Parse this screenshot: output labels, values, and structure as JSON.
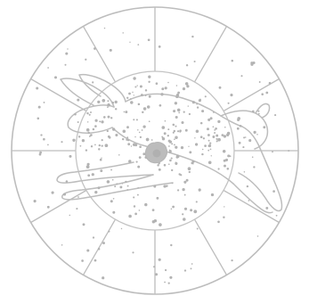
{
  "diagram": {
    "kind": "circular star chart with hare constellation",
    "sector_count": 12,
    "rings": [
      "outer-rim",
      "inner-ring",
      "center-blob"
    ],
    "figure": "leaping-hare",
    "colors": {
      "line": "#bdbdbd",
      "dot": "#b3b3b3",
      "center": "#bcbcbc",
      "background": "#ffffff"
    }
  }
}
